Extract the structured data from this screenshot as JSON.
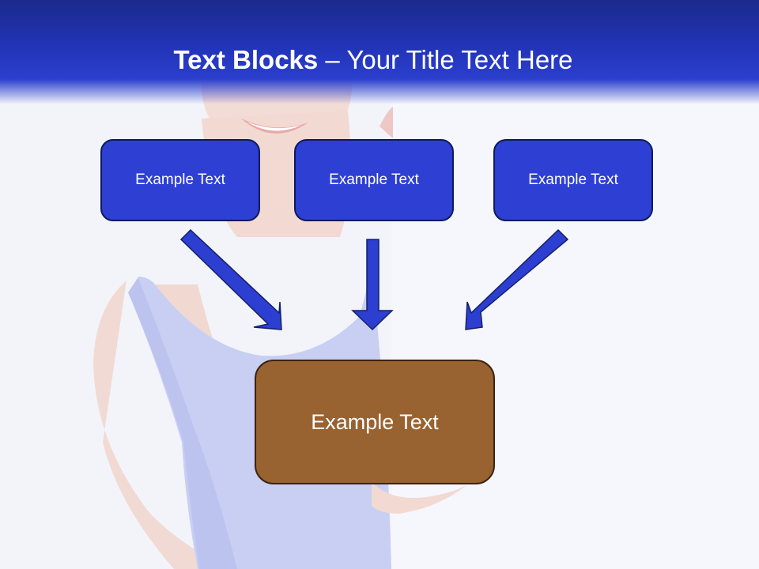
{
  "header": {
    "title_bold": "Text Blocks",
    "title_separator": " – ",
    "title_rest": "Your Title Text Here"
  },
  "blocks": {
    "top": [
      "Example Text",
      "Example Text",
      "Example Text"
    ],
    "bottom": "Example Text"
  },
  "colors": {
    "header_blue": "#2234b8",
    "box_blue": "#2e3fd3",
    "box_brown": "#986231",
    "arrow_blue": "#2c3fd0"
  }
}
